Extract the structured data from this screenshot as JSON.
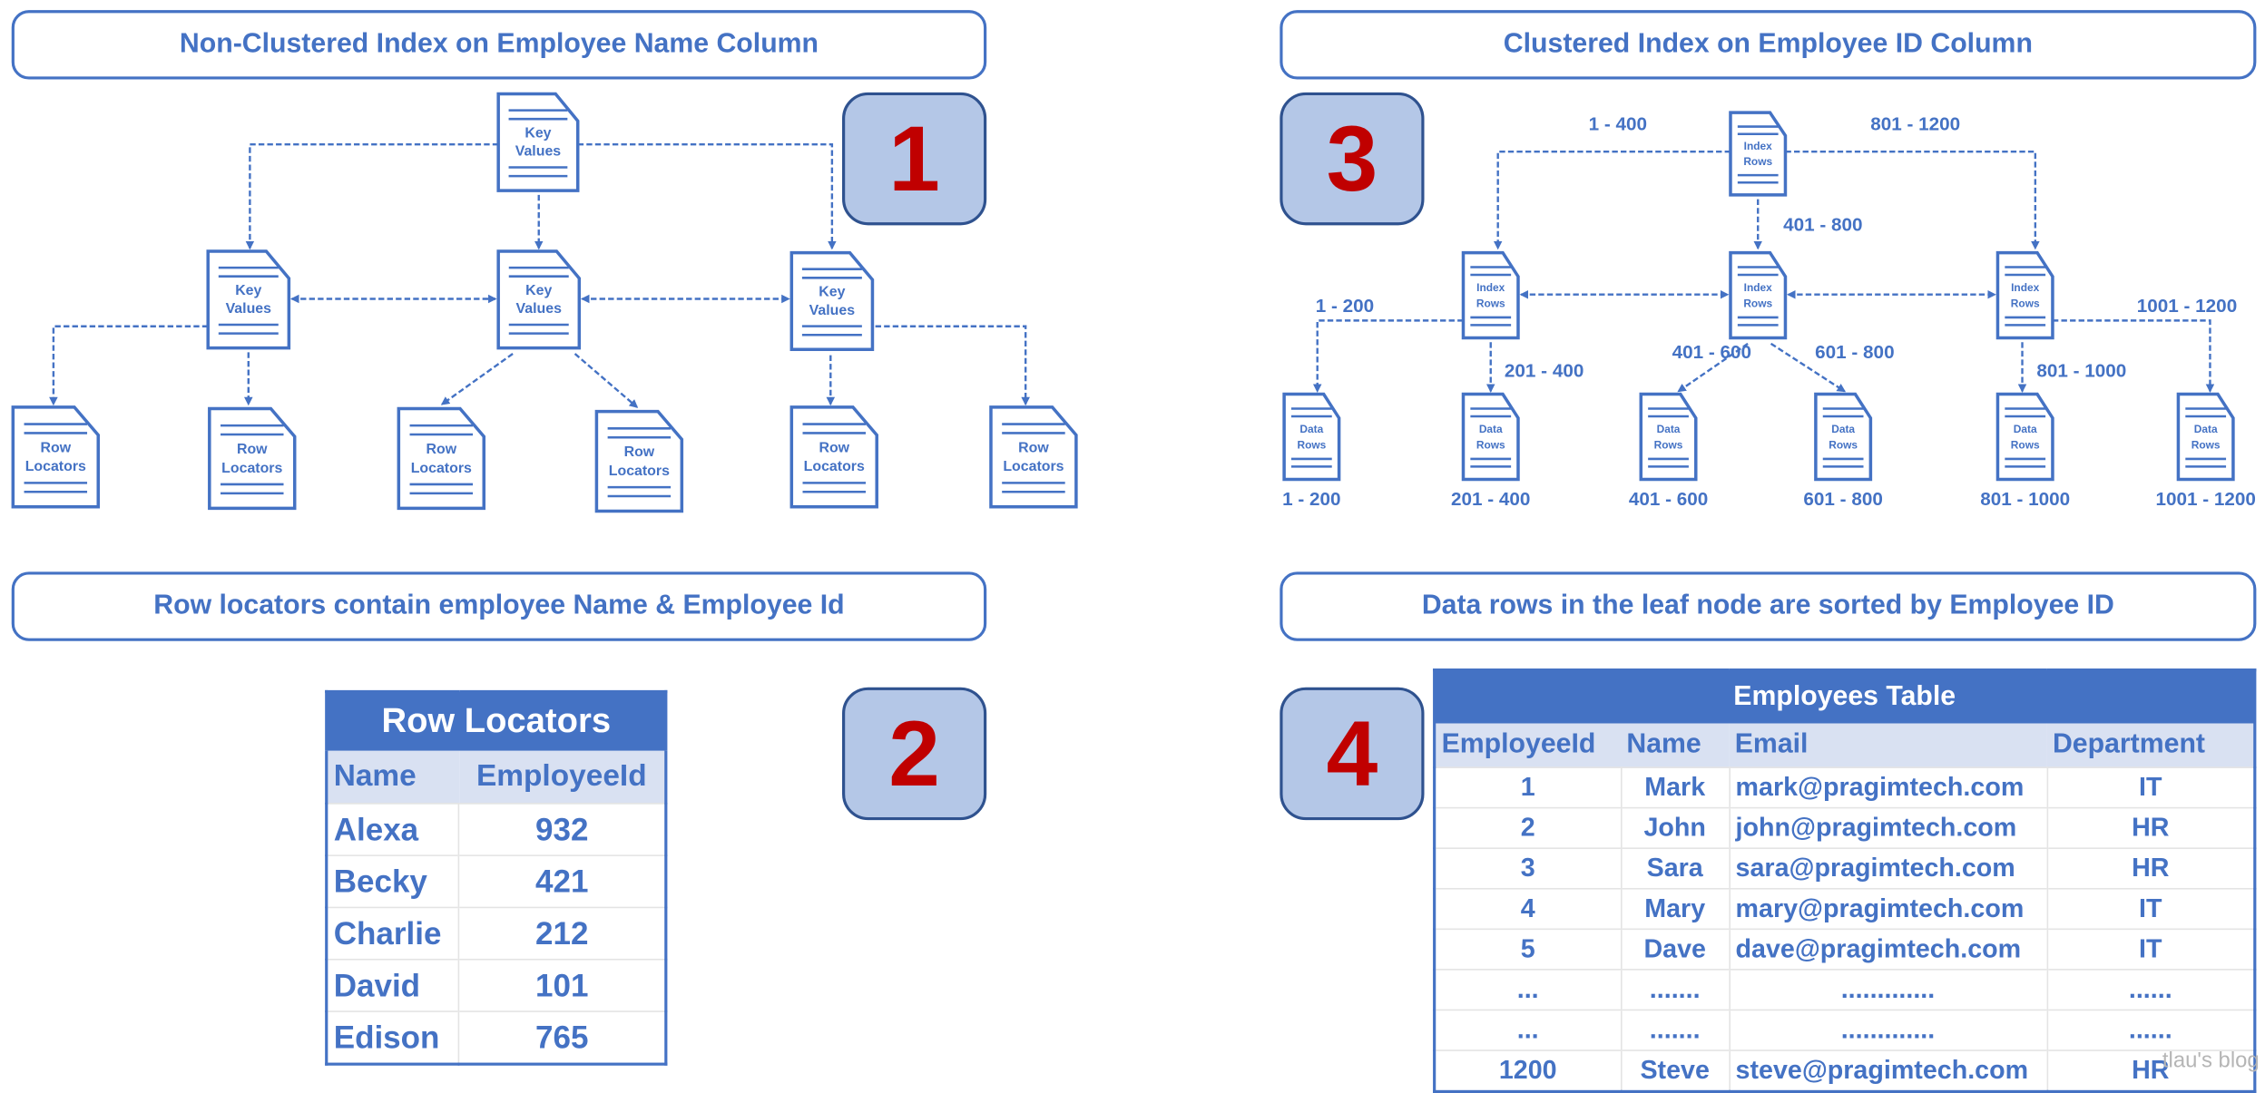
{
  "colors": {
    "accent": "#4472c4",
    "badge_fill": "#b4c7e7",
    "badge_number": "#c00000",
    "header_light": "#d9e1f2"
  },
  "panel1": {
    "title": "Non-Clustered Index on Employee Name Column",
    "badge": "1",
    "root": [
      "Key",
      "Values"
    ],
    "intermediate": [
      [
        "Key",
        "Values"
      ],
      [
        "Key",
        "Values"
      ],
      [
        "Key",
        "Values"
      ]
    ],
    "leaves": [
      [
        "Row",
        "Locators"
      ],
      [
        "Row",
        "Locators"
      ],
      [
        "Row",
        "Locators"
      ],
      [
        "Row",
        "Locators"
      ],
      [
        "Row",
        "Locators"
      ],
      [
        "Row",
        "Locators"
      ]
    ]
  },
  "panel2": {
    "title": "Row locators contain employee Name & Employee Id",
    "badge": "2",
    "table": {
      "caption": "Row Locators",
      "columns": [
        "Name",
        "EmployeeId"
      ],
      "rows": [
        [
          "Alexa",
          "932"
        ],
        [
          "Becky",
          "421"
        ],
        [
          "Charlie",
          "212"
        ],
        [
          "David",
          "101"
        ],
        [
          "Edison",
          "765"
        ]
      ]
    }
  },
  "panel3": {
    "title": "Clustered Index on Employee ID Column",
    "badge": "3",
    "root": [
      "Index",
      "Rows"
    ],
    "intermediate": [
      [
        "Index",
        "Rows"
      ],
      [
        "Index",
        "Rows"
      ],
      [
        "Index",
        "Rows"
      ]
    ],
    "leaves": [
      [
        "Data",
        "Rows"
      ],
      [
        "Data",
        "Rows"
      ],
      [
        "Data",
        "Rows"
      ],
      [
        "Data",
        "Rows"
      ],
      [
        "Data",
        "Rows"
      ],
      [
        "Data",
        "Rows"
      ]
    ],
    "edge_labels": [
      "1 - 400",
      "801 - 1200",
      "401 - 800",
      "1 - 200",
      "201 - 400",
      "401 - 600",
      "601 - 800",
      "801 - 1000",
      "1001 - 1200"
    ],
    "leaf_ranges": [
      "1 - 200",
      "201 - 400",
      "401 - 600",
      "601 - 800",
      "801 - 1000",
      "1001 - 1200"
    ]
  },
  "panel4": {
    "title": "Data rows in the leaf node are sorted by Employee ID",
    "badge": "4",
    "table": {
      "caption": "Employees Table",
      "columns": [
        "EmployeeId",
        "Name",
        "Email",
        "Department"
      ],
      "rows": [
        [
          "1",
          "Mark",
          "mark@pragimtech.com",
          "IT"
        ],
        [
          "2",
          "John",
          "john@pragimtech.com",
          "HR"
        ],
        [
          "3",
          "Sara",
          "sara@pragimtech.com",
          "HR"
        ],
        [
          "4",
          "Mary",
          "mary@pragimtech.com",
          "IT"
        ],
        [
          "5",
          "Dave",
          "dave@pragimtech.com",
          "IT"
        ],
        [
          "...",
          ".......",
          ".............",
          "......"
        ],
        [
          "...",
          ".......",
          ".............",
          "......"
        ],
        [
          "1200",
          "Steve",
          "steve@pragimtech.com",
          "HR"
        ]
      ]
    }
  },
  "watermark": "tlau's blog"
}
